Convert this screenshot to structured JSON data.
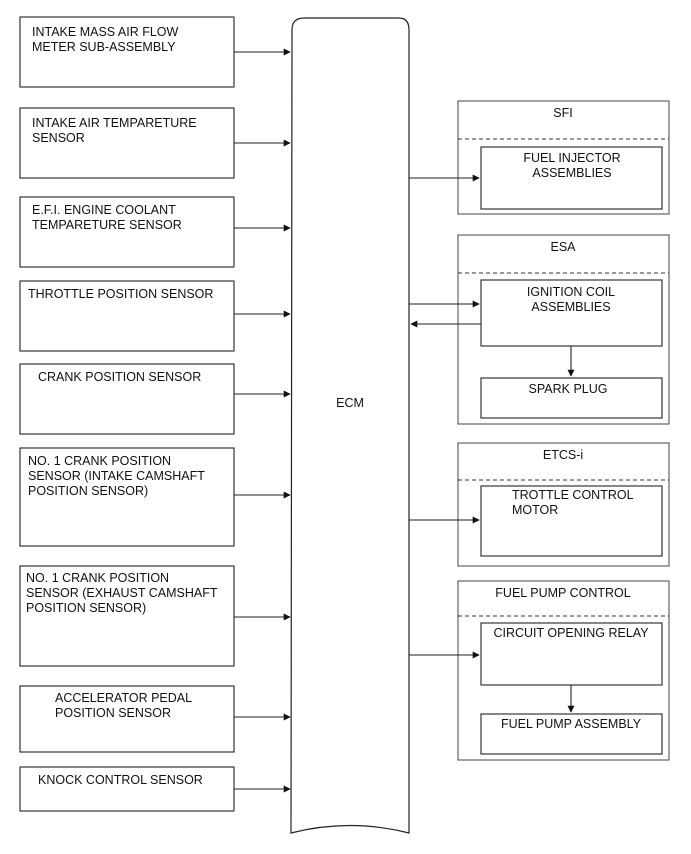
{
  "ecm": {
    "label": "ECM"
  },
  "inputs": [
    {
      "lines": [
        "INTAKE MASS AIR FLOW",
        "METER SUB-ASSEMBLY"
      ]
    },
    {
      "lines": [
        "INTAKE AIR TEMPARETURE",
        "SENSOR"
      ]
    },
    {
      "lines": [
        "E.F.I. ENGINE COOLANT",
        "TEMPARETURE SENSOR"
      ]
    },
    {
      "lines": [
        "THROTTLE POSITION SENSOR"
      ]
    },
    {
      "lines": [
        "CRANK POSITION SENSOR"
      ]
    },
    {
      "lines": [
        "NO. 1 CRANK POSITION",
        "SENSOR (INTAKE CAMSHAFT",
        "POSITION SENSOR)"
      ]
    },
    {
      "lines": [
        "NO. 1 CRANK POSITION",
        "SENSOR (EXHAUST CAMSHAFT",
        "POSITION SENSOR)"
      ]
    },
    {
      "lines": [
        "ACCELERATOR PEDAL",
        "POSITION SENSOR"
      ]
    },
    {
      "lines": [
        "KNOCK CONTROL SENSOR"
      ]
    }
  ],
  "systems": [
    {
      "title": "SFI",
      "components": [
        {
          "lines": [
            "FUEL INJECTOR",
            "ASSEMBLIES"
          ]
        }
      ]
    },
    {
      "title": "ESA",
      "components": [
        {
          "lines": [
            "IGNITION COIL",
            "ASSEMBLIES"
          ]
        },
        {
          "lines": [
            "SPARK PLUG"
          ]
        }
      ]
    },
    {
      "title": "ETCS-i",
      "components": [
        {
          "lines": [
            "TROTTLE CONTROL",
            "MOTOR"
          ]
        }
      ]
    },
    {
      "title": "FUEL PUMP CONTROL",
      "components": [
        {
          "lines": [
            "CIRCUIT OPENING RELAY"
          ]
        },
        {
          "lines": [
            "FUEL PUMP ASSEMBLY"
          ]
        }
      ]
    }
  ],
  "colors": {
    "line": "#222222",
    "text": "#111111",
    "background": "#ffffff"
  }
}
